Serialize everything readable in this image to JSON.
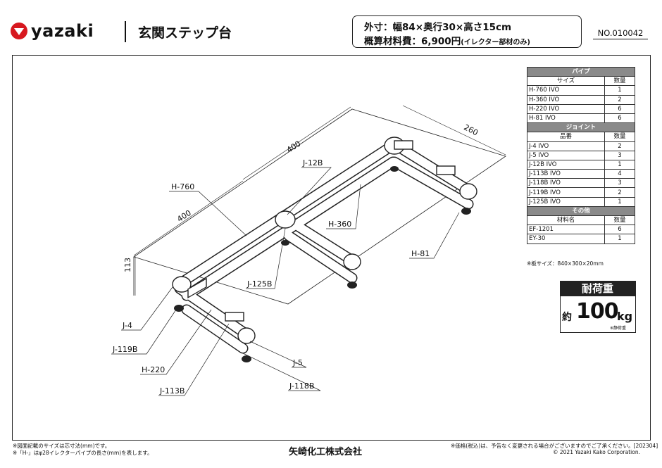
{
  "header": {
    "brand": "yazaki",
    "title": "玄関ステップ台",
    "spec_line1": "外寸：幅84×奥行30×高さ15cm",
    "spec_line2_main": "概算材料費：6,900円",
    "spec_line2_note": "(イレクター部材のみ)",
    "doc_no": "NO.010042"
  },
  "diagram": {
    "dimensions": {
      "width_top": "400",
      "width_left": "400",
      "depth": "260",
      "height": "113"
    },
    "labels": {
      "j12b": "J-12B",
      "h760": "H-760",
      "h360": "H-360",
      "h81": "H-81",
      "j125b": "J-125B",
      "j4": "J-4",
      "j119b": "J-119B",
      "h220": "H-220",
      "j113b": "J-113B",
      "j5": "J-5",
      "j118b": "J-118B"
    }
  },
  "parts_table": {
    "pipe_section": "パイプ",
    "pipe_headers": [
      "サイズ",
      "数量"
    ],
    "pipes": [
      {
        "name": "H-760 IVO",
        "qty": "1"
      },
      {
        "name": "H-360 IVO",
        "qty": "2"
      },
      {
        "name": "H-220 IVO",
        "qty": "6"
      },
      {
        "name": "H-81 IVO",
        "qty": "6"
      }
    ],
    "joint_section": "ジョイント",
    "joint_headers": [
      "品番",
      "数量"
    ],
    "joints": [
      {
        "name": "J-4 IVO",
        "qty": "2"
      },
      {
        "name": "J-5 IVO",
        "qty": "3"
      },
      {
        "name": "J-12B IVO",
        "qty": "1"
      },
      {
        "name": "J-113B IVO",
        "qty": "4"
      },
      {
        "name": "J-118B IVO",
        "qty": "3"
      },
      {
        "name": "J-119B IVO",
        "qty": "2"
      },
      {
        "name": "J-125B IVO",
        "qty": "1"
      }
    ],
    "other_section": "その他",
    "other_headers": [
      "材料名",
      "数量"
    ],
    "others": [
      {
        "name": "EF-1201",
        "qty": "6"
      },
      {
        "name": "EY-30",
        "qty": "1"
      }
    ],
    "board_note": "※板サイズ：840×300×20mm"
  },
  "load": {
    "title": "耐荷重",
    "approx": "約",
    "value": "100",
    "unit": "kg",
    "note": "※静荷重"
  },
  "footer": {
    "note1": "※図面記載のサイズは芯寸法(mm)です。",
    "note2": "※「H-」はφ28イレクターパイプの長さ(mm)を表します。",
    "company": "矢崎化工株式会社",
    "note3": "※価格(税込)は、予告なく変更される場合がございますのでご了承ください。[202304]",
    "copyright": "© 2021 Yazaki Kako Corporation."
  },
  "colors": {
    "brand_red": "#d7181f",
    "table_header_gray": "#8a8a8a",
    "line": "#222222"
  }
}
